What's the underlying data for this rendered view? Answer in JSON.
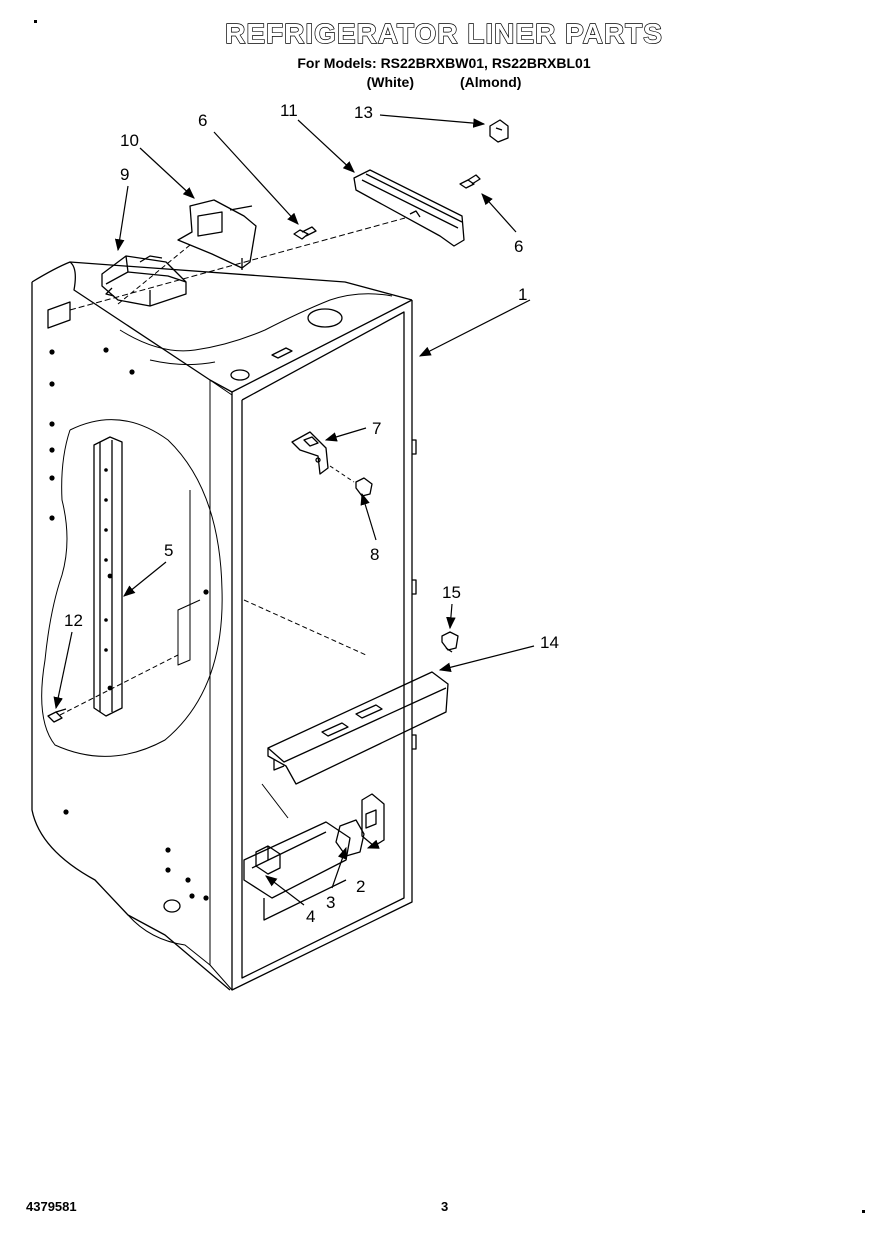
{
  "header": {
    "title": "REFRIGERATOR LINER PARTS",
    "models_line": "For Models: RS22BRXBW01, RS22BRXBL01",
    "variant_white": "(White)",
    "variant_almond": "(Almond)"
  },
  "footer": {
    "doc_number": "4379581",
    "page_number": "3"
  },
  "callouts": [
    "1",
    "2",
    "3",
    "4",
    "5",
    "6",
    "6",
    "7",
    "8",
    "9",
    "10",
    "11",
    "12",
    "13",
    "14",
    "15"
  ]
}
